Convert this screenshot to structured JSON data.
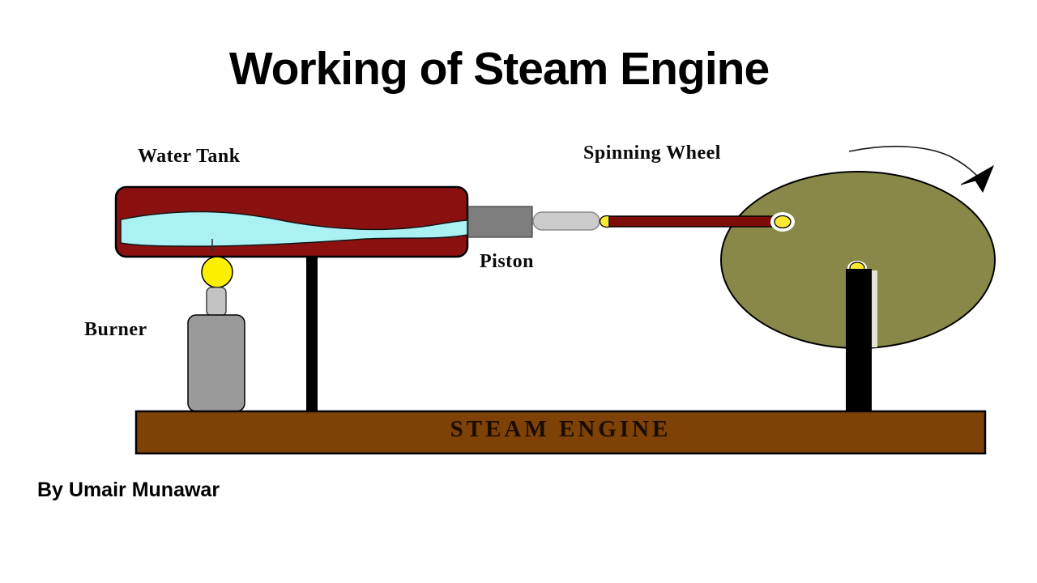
{
  "title": "Working of Steam Engine",
  "byline": "By Umair Munawar",
  "labels": {
    "water_tank": "Water Tank",
    "spinning_wheel": "Spinning Wheel",
    "piston": "Piston",
    "burner": "Burner",
    "base": "STEAM ENGINE"
  },
  "icons": {
    "rotation_arrow": "curved-clockwise-arrow"
  },
  "colors": {
    "tank_red": "#8B1111",
    "water_cyan": "#A9F1F2",
    "rod_red": "#7E0D09",
    "wheel_olive": "#888948",
    "wheel_gap_stripe": "#E4E4D6",
    "base_brown": "#7E4206",
    "flame_yellow": "#FCF000",
    "pin_yellow": "#FFE933",
    "piston_gray": "#7E7E7E",
    "rod_capsule_gray": "#CBCBCB",
    "burner_gray": "#9A9A9A",
    "wick_gray": "#C4C4C4",
    "support_black": "#000000",
    "halo_white": "#FFFFFF",
    "outline_black": "#000000"
  }
}
